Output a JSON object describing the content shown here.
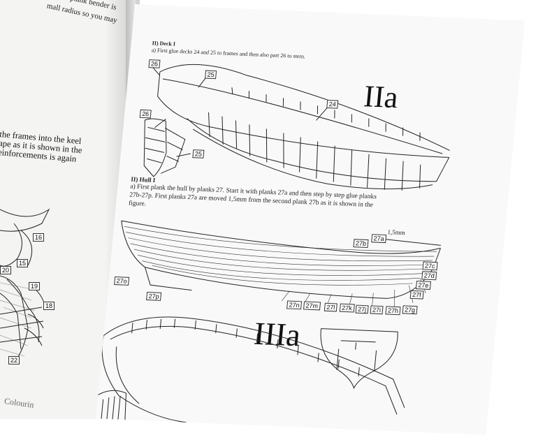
{
  "left_page": {
    "top_fragment_1": "plank bender is",
    "top_fragment_2": "mall radius so you may",
    "body_lines": [
      "the frames into the keel",
      "ape as it is shown in the",
      "einforcements is again"
    ],
    "part_labels": [
      "16",
      "15",
      "20",
      "19",
      "18",
      "22"
    ],
    "bottom_fragment": "Colourin"
  },
  "right_page": {
    "deck_section": {
      "heading": "II) Deck I",
      "instruction": "a) First glue decks 24 and 25 to frames and then also part 26 to stern.",
      "figure_title": "IIa",
      "labels": [
        "26",
        "25",
        "24",
        "26",
        "25"
      ]
    },
    "hull_section": {
      "heading": "II) Hull I",
      "instruction_lines": [
        "a) First plank the hull by planks 27. Start it with planks 27a and then step by step glue planks",
        "27b-27p. First planks 27a are moved 1,5mm from the second plank 27b as it is shown in the",
        "figure."
      ],
      "dimension": "1,5mm",
      "labels_top": [
        "27b",
        "27a"
      ],
      "labels_stern": [
        "27c",
        "27d",
        "27e",
        "27f"
      ],
      "labels_bottom": [
        "27n",
        "27m",
        "27l",
        "27k",
        "27j",
        "27i",
        "27h",
        "27g"
      ],
      "label_left": "27o",
      "label_keel": "27p"
    },
    "figure_2_title": "IIIa"
  }
}
